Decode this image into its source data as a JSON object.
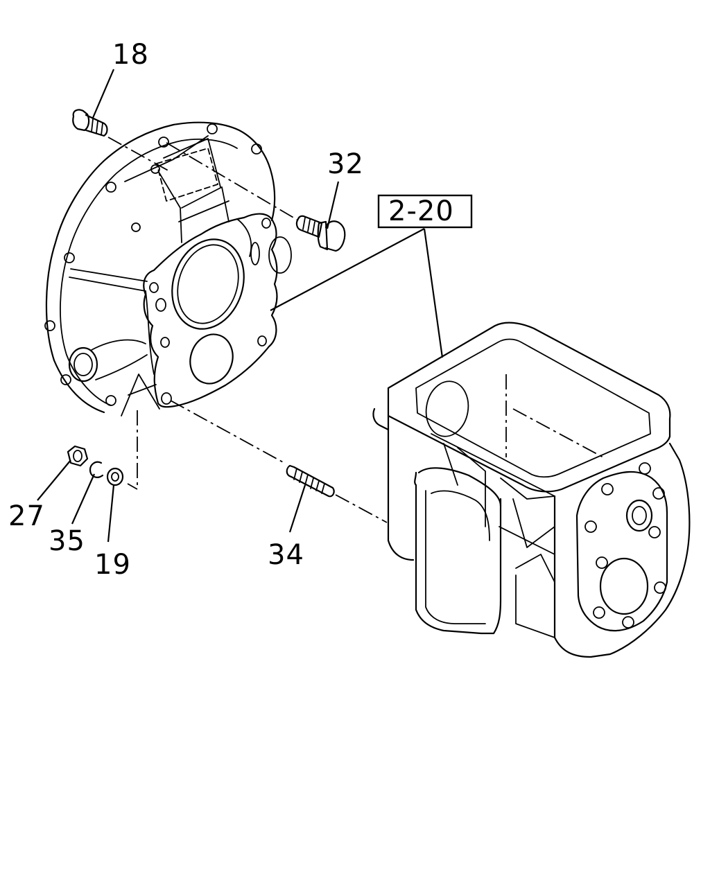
{
  "callouts": {
    "p18": "18",
    "p32": "32",
    "p34": "34",
    "p27": "27",
    "p35": "35",
    "p19": "19",
    "ref": "2-20"
  },
  "colors": {
    "line": "#000000",
    "background": "#ffffff"
  }
}
